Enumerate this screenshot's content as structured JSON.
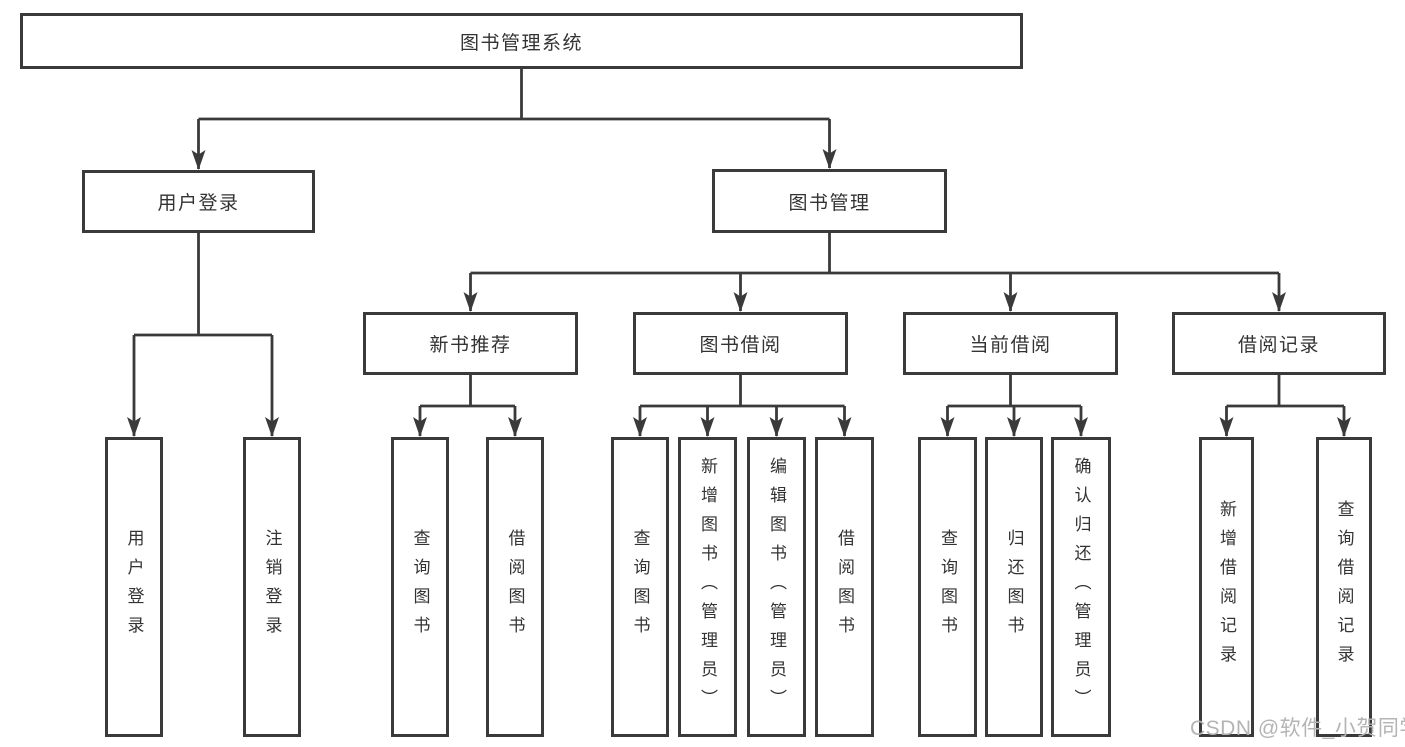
{
  "diagram": {
    "title": "图书管理系统",
    "watermark": "CSDN @软件_小贺同学",
    "colors": {
      "line": "#3a3a3a",
      "text": "#333333",
      "background": "#ffffff",
      "watermark": "#b4b4b4"
    },
    "nodes": [
      {
        "id": "root",
        "label": "图书管理系统",
        "orientation": "horizontal"
      },
      {
        "id": "user-login",
        "label": "用户登录",
        "orientation": "horizontal"
      },
      {
        "id": "book-management",
        "label": "图书管理",
        "orientation": "horizontal"
      },
      {
        "id": "new-book-recommendation",
        "label": "新书推荐",
        "orientation": "horizontal"
      },
      {
        "id": "book-borrowing",
        "label": "图书借阅",
        "orientation": "horizontal"
      },
      {
        "id": "current-borrowing",
        "label": "当前借阅",
        "orientation": "horizontal"
      },
      {
        "id": "borrowing-records",
        "label": "借阅记录",
        "orientation": "horizontal"
      },
      {
        "id": "user-login-leaf",
        "label": "用户登录",
        "orientation": "vertical"
      },
      {
        "id": "logout-leaf",
        "label": "注销登录",
        "orientation": "vertical"
      },
      {
        "id": "query-books-1",
        "label": "查询图书",
        "orientation": "vertical"
      },
      {
        "id": "borrow-books-1",
        "label": "借阅图书",
        "orientation": "vertical"
      },
      {
        "id": "query-books-2",
        "label": "查询图书",
        "orientation": "vertical"
      },
      {
        "id": "add-books-admin",
        "label": "新增图书（管理员）",
        "orientation": "vertical"
      },
      {
        "id": "edit-books-admin",
        "label": "编辑图书（管理员）",
        "orientation": "vertical"
      },
      {
        "id": "borrow-books-2",
        "label": "借阅图书",
        "orientation": "vertical"
      },
      {
        "id": "query-books-3",
        "label": "查询图书",
        "orientation": "vertical"
      },
      {
        "id": "return-books",
        "label": "归还图书",
        "orientation": "vertical"
      },
      {
        "id": "confirm-return-admin",
        "label": "确认归还（管理员）",
        "orientation": "vertical"
      },
      {
        "id": "add-borrow-record",
        "label": "新增借阅记录",
        "orientation": "vertical"
      },
      {
        "id": "query-borrow-record",
        "label": "查询借阅记录",
        "orientation": "vertical"
      }
    ],
    "edges": [
      {
        "from": "root",
        "to": [
          "user-login",
          "book-management"
        ]
      },
      {
        "from": "user-login",
        "to": [
          "user-login-leaf",
          "logout-leaf"
        ]
      },
      {
        "from": "book-management",
        "to": [
          "new-book-recommendation",
          "book-borrowing",
          "current-borrowing",
          "borrowing-records"
        ]
      },
      {
        "from": "new-book-recommendation",
        "to": [
          "query-books-1",
          "borrow-books-1"
        ]
      },
      {
        "from": "book-borrowing",
        "to": [
          "query-books-2",
          "add-books-admin",
          "edit-books-admin",
          "borrow-books-2"
        ]
      },
      {
        "from": "current-borrowing",
        "to": [
          "query-books-3",
          "return-books",
          "confirm-return-admin"
        ]
      },
      {
        "from": "borrowing-records",
        "to": [
          "add-borrow-record",
          "query-borrow-record"
        ]
      }
    ]
  }
}
